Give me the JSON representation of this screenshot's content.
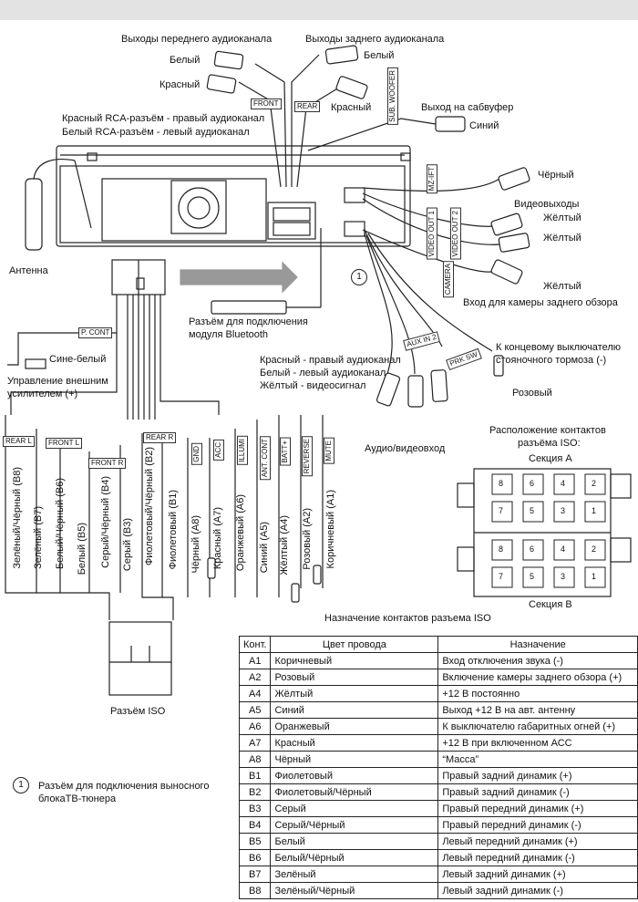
{
  "labels": {
    "front_out": "Выходы переднего аудиоканала",
    "rear_out": "Выходы заднего аудиоканала",
    "white1": "Белый",
    "white2": "Белый",
    "red1": "Красный",
    "red2": "Красный",
    "rca_red": "Красный RCA-разъём - правый аудиоканал",
    "rca_white": "Белый RCA-разъём - левый аудиоканал",
    "sub_out": "Выход на сабвуфер",
    "blue": "Синий",
    "black": "Чёрный",
    "video_outs": "Видеовыходы",
    "yellow1": "Жёлтый",
    "yellow2": "Жёлтый",
    "yellow3": "Жёлтый",
    "camera_in": "Вход для камеры заднего обзора",
    "antenna": "Антенна",
    "bt_line1": "Разъём для подключения",
    "bt_line2": "модуля Bluetooth",
    "sine_white": "Сине-белый",
    "amp_line1": "Управление внешним",
    "amp_line2": "усилителем (+)",
    "av_red": "Красный - правый аудиоканал",
    "av_white": "Белый  - левый аудиоканал",
    "av_yellow": "Жёлтый - видеосигнал",
    "parking_line1": "К концевому выключателю",
    "parking_line2": "стояночного тормоза (-)",
    "pink": "Розовый",
    "av_in": "Аудио/видеовход",
    "iso_layout_line1": "Расположение контактов",
    "iso_layout_line2": "разъёма ISO:",
    "section_a": "Секция А",
    "section_b": "Секция В",
    "iso_connector": "Разъём ISO",
    "footnote_num": "1",
    "footnote_line1": "Разъём для подключения выносного",
    "footnote_line2": "блокаТВ-тюнера",
    "marker_1": "1",
    "table_title": "Назначение контактов разъема ISO"
  },
  "tags": {
    "front": "FRONT",
    "rear": "REAR",
    "sub_woofer": "SUB. WOOFER",
    "mz_ift": "MZ-IFT",
    "video_out1": "VIDEO OUT 1",
    "video_out2": "VIDEO OUT 2",
    "camera": "CAMERA",
    "aux_in2": "AUX IN 2",
    "prk_sw": "PRK SW",
    "p_cont": "P. CONT",
    "rear_l": "REAR L",
    "front_l": "FRONT L",
    "front_r": "FRONT R",
    "rear_r": "REAR R",
    "gnd": "GND",
    "acc": "ACC",
    "illumi": "ILLUMI",
    "ant_cont": "ANT. CONT",
    "batt": "BATT+",
    "reverse": "REVERSE",
    "mute": "MUTE"
  },
  "wires": [
    "Зелёный/Чёрный (В8)",
    "Зелёный (В7)",
    "Белый/Чёрный (В6)",
    "Белый (В5)",
    "Серый/Чёрный (В4)",
    "Серый (В3)",
    "Фиолетовый/Чёрный (В2)",
    "Фиолетовый (В1)",
    "Чёрный (А8)",
    "Красный (А7)",
    "Оранжевый (А6)",
    "Синий (А5)",
    "Жёлтый (А4)",
    "Розовый (А2)",
    "Коричневый (А1)"
  ],
  "pins": {
    "top_row": [
      "8",
      "6",
      "4",
      "2"
    ],
    "bottom_row": [
      "7",
      "5",
      "3",
      "1"
    ]
  },
  "table": {
    "headers": [
      "Конт.",
      "Цвет провода",
      "Назначение"
    ],
    "rows": [
      [
        "А1",
        "Коричневый",
        "Вход отключения звука (-)"
      ],
      [
        "А2",
        "Розовый",
        "Включение камеры заднего обзора (+)"
      ],
      [
        "А4",
        "Жёлтый",
        "+12 В постоянно"
      ],
      [
        "А5",
        "Синий",
        "Выход +12 В на авт. антенну"
      ],
      [
        "А6",
        "Оранжевый",
        "К выключателю габаритных огней (+)"
      ],
      [
        "А7",
        "Красный",
        "+12 В при включенном АСС"
      ],
      [
        "А8",
        "Чёрный",
        "“Масса”"
      ],
      [
        "В1",
        "Фиолетовый",
        "Правый задний динамик (+)"
      ],
      [
        "В2",
        "Фиолетовый/Чёрный",
        "Правый задний динамик (-)"
      ],
      [
        "В3",
        "Серый",
        "Правый передний динамик (+)"
      ],
      [
        "В4",
        "Серый/Чёрный",
        "Правый передний динамик (-)"
      ],
      [
        "В5",
        "Белый",
        "Левый передний динамик (+)"
      ],
      [
        "В6",
        "Белый/Чёрный",
        "Левый передний динамик (-)"
      ],
      [
        "В7",
        "Зелёный",
        "Левый задний динамик (+)"
      ],
      [
        "В8",
        "Зелёный/Чёрный",
        "Левый задний динамик (-)"
      ]
    ]
  }
}
